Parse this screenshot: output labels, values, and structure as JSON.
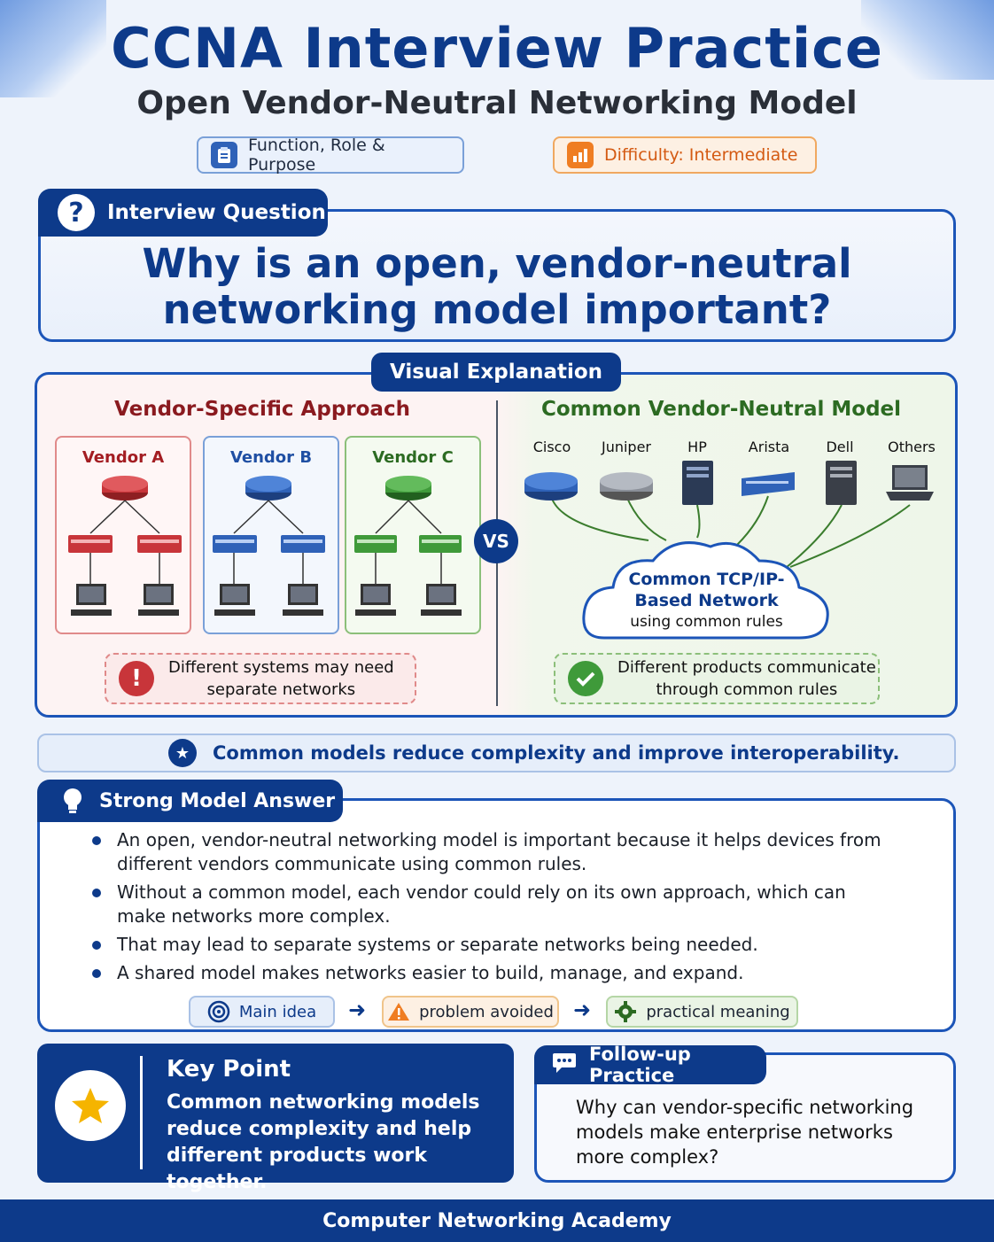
{
  "header": {
    "title": "CCNA Interview Practice",
    "subtitle": "Open Vendor-Neutral Networking Model",
    "tag_topic": "Function, Role & Purpose",
    "tag_difficulty": "Difficulty: Intermediate"
  },
  "question": {
    "tab_label": "Interview Question",
    "line1": "Why is an open, vendor-neutral",
    "line2": "networking model important?"
  },
  "visual": {
    "tab_label": "Visual Explanation",
    "left_title": "Vendor-Specific Approach",
    "vendors": [
      "Vendor A",
      "Vendor B",
      "Vendor C"
    ],
    "vs_label": "VS",
    "left_note_line1": "Different systems may need",
    "left_note_line2": "separate networks",
    "right_title": "Common Vendor-Neutral Model",
    "right_vendors": [
      "Cisco",
      "Juniper",
      "HP",
      "Arista",
      "Dell",
      "Others"
    ],
    "cloud_line1": "Common TCP/IP-",
    "cloud_line2": "Based Network",
    "cloud_line3": "using common rules",
    "right_note_line1": "Different products communicate",
    "right_note_line2": "through common rules",
    "colors": {
      "vendor_a": "#c8353a",
      "vendor_b": "#2f62b8",
      "vendor_c": "#3f9a3a"
    }
  },
  "banner": {
    "text": "Common models reduce complexity and improve interoperability."
  },
  "answer": {
    "tab_label": "Strong Model Answer",
    "bullets": [
      "An open, vendor-neutral networking model is important because it helps devices from different vendors communicate using common rules.",
      "Without a common model, each vendor could rely on its own approach, which can make networks more complex.",
      "That may lead to separate systems or separate networks being needed.",
      "A shared model makes networks easier to build, manage, and expand."
    ],
    "flow": [
      "Main idea",
      "problem avoided",
      "practical meaning"
    ]
  },
  "key_point": {
    "title": "Key Point",
    "text": "Common networking models reduce complexity and help different products work together."
  },
  "follow_up": {
    "tab_label": "Follow-up Practice",
    "text": "Why can vendor-specific networking models make enterprise networks more complex?"
  },
  "footer": {
    "text": "Computer Networking Academy"
  }
}
